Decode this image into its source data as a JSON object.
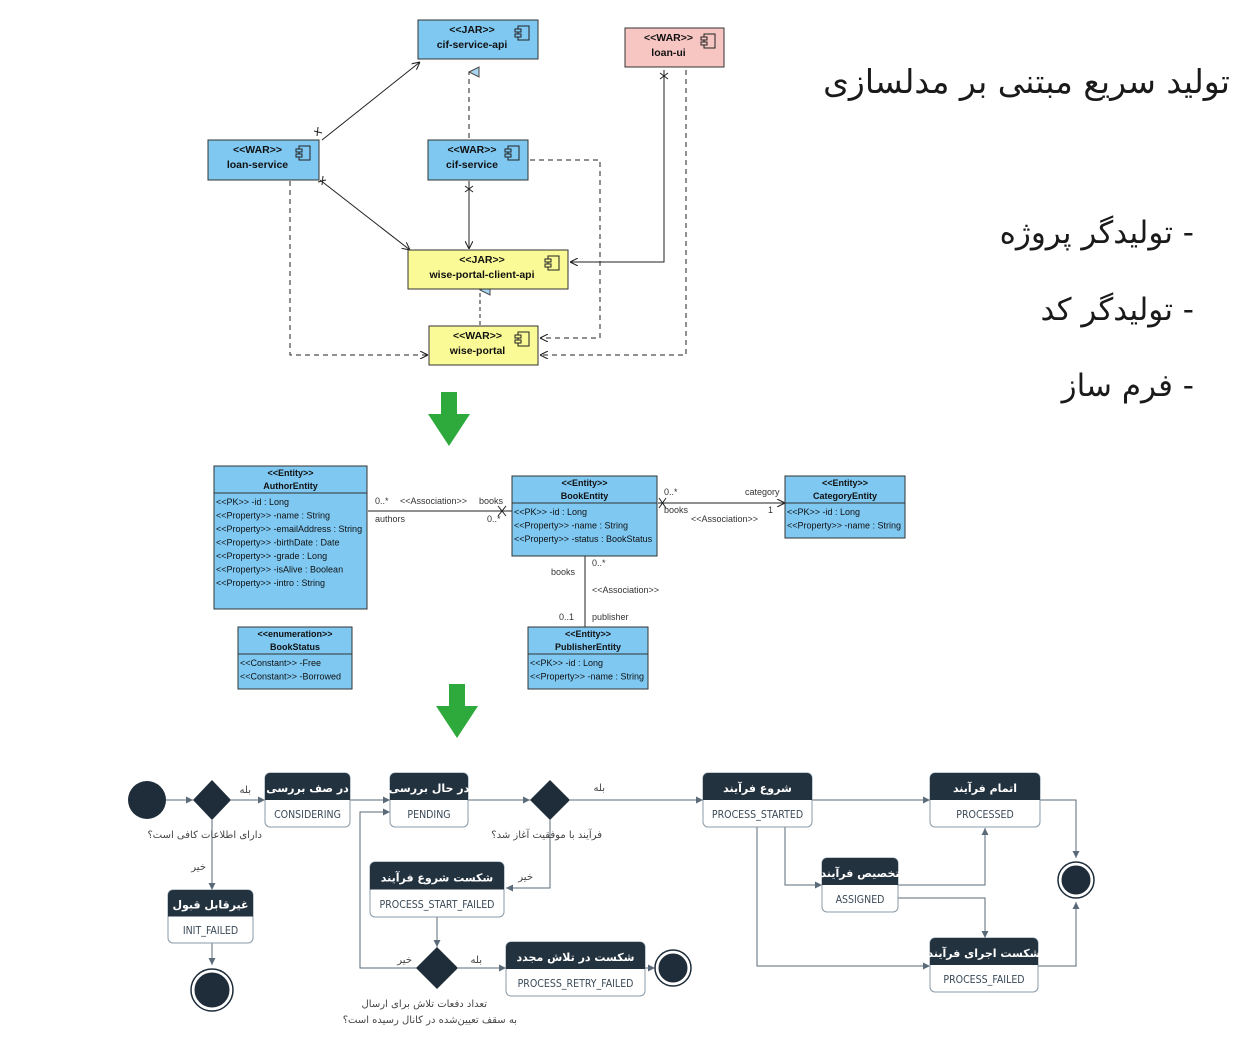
{
  "slide": {
    "title": "تولید سریع  مبتنی بر مدلسازی",
    "bullets": [
      "- تولیدگر پروژه",
      "- تولیدگر کد",
      "- فرم ساز"
    ]
  },
  "component_diagram": {
    "components": [
      {
        "id": "cif-service-api",
        "stereotype": "<<JAR>>",
        "name": "cif-service-api",
        "color": "#7ec8f2"
      },
      {
        "id": "loan-ui",
        "stereotype": "<<WAR>>",
        "name": "loan-ui",
        "color": "#f7c5c2"
      },
      {
        "id": "loan-service",
        "stereotype": "<<WAR>>",
        "name": "loan-service",
        "color": "#7ec8f2"
      },
      {
        "id": "cif-service",
        "stereotype": "<<WAR>>",
        "name": "cif-service",
        "color": "#7ec8f2"
      },
      {
        "id": "wise-portal-client-api",
        "stereotype": "<<JAR>>",
        "name": "wise-portal-client-api",
        "color": "#fafa96"
      },
      {
        "id": "wise-portal",
        "stereotype": "<<WAR>>",
        "name": "wise-portal",
        "color": "#fafa96"
      }
    ]
  },
  "class_diagram": {
    "entities": [
      {
        "id": "author",
        "stereotype": "<<Entity>>",
        "name": "AuthorEntity",
        "attrs": [
          "<<PK>> -id : Long",
          "<<Property>> -name : String",
          "<<Property>> -emailAddress : String",
          "<<Property>> -birthDate : Date",
          "<<Property>> -grade : Long",
          "<<Property>> -isAlive : Boolean",
          "<<Property>> -intro : String"
        ]
      },
      {
        "id": "book",
        "stereotype": "<<Entity>>",
        "name": "BookEntity",
        "attrs": [
          "<<PK>> -id : Long",
          "<<Property>> -name : String",
          "<<Property>> -status : BookStatus"
        ]
      },
      {
        "id": "category",
        "stereotype": "<<Entity>>",
        "name": "CategoryEntity",
        "attrs": [
          "<<PK>> -id : Long",
          "<<Property>> -name : String"
        ]
      },
      {
        "id": "status",
        "stereotype": "<<enumeration>>",
        "name": "BookStatus",
        "attrs": [
          "<<Constant>> -Free",
          "<<Constant>> -Borrowed"
        ]
      },
      {
        "id": "publisher",
        "stereotype": "<<Entity>>",
        "name": "PublisherEntity",
        "attrs": [
          "<<PK>> -id : Long",
          "<<Property>> -name : String"
        ]
      }
    ],
    "labels": {
      "a_m1": "0..*",
      "a_assoc": "<<Association>>",
      "a_books": "books",
      "a_authors": "authors",
      "a_m2": "0..*",
      "c_m1": "0..*",
      "c_category": "category",
      "c_books": "books",
      "c_assoc": "<<Association>>",
      "c_m2": "1",
      "p_m1": "0..*",
      "p_books": "books",
      "p_assoc": "<<Association>>",
      "p_m2": "0..1",
      "p_publisher": "publisher"
    }
  },
  "state_diagram": {
    "states": [
      {
        "id": "considering",
        "title": "در صف بررسی",
        "code": "CONSIDERING"
      },
      {
        "id": "pending",
        "title": "در حال بررسی",
        "code": "PENDING"
      },
      {
        "id": "started",
        "title": "شروع فرآیند",
        "code": "PROCESS_STARTED"
      },
      {
        "id": "processed",
        "title": "اتمام فرآیند",
        "code": "PROCESSED"
      },
      {
        "id": "assigned",
        "title": "تخصیص فرآیند",
        "code": "ASSIGNED"
      },
      {
        "id": "failed",
        "title": "شکست اجرای فرآیند",
        "code": "PROCESS_FAILED"
      },
      {
        "id": "init_failed",
        "title": "غیرقابل قبول",
        "code": "INIT_FAILED"
      },
      {
        "id": "start_failed",
        "title": "شکست شروع فرآیند",
        "code": "PROCESS_START_FAILED"
      },
      {
        "id": "retry_failed",
        "title": "شکست در تلاش مجدد",
        "code": "PROCESS_RETRY_FAILED"
      }
    ],
    "labels": {
      "yes1": "بله",
      "q1": "دارای اطلاعات کافی است؟",
      "no1": "خیر",
      "yes2": "بله",
      "q2": "فرآیند با موفقیت آغاز شد؟",
      "no2": "خیر",
      "no3": "خیر",
      "yes3": "بله",
      "q3_line1": "تعداد دفعات تلاش برای ارسال",
      "q3_line2": "به سقف تعیین‌شده در کانال رسیده است؟"
    }
  },
  "colors": {
    "blue": "#7ec8f2",
    "yellow": "#fafa96",
    "pink": "#f7c5c2",
    "arrow_green": "#2eaa3c",
    "state_header": "#23323f",
    "state_line": "#8a9aa8",
    "node_dark": "#1f2d3a"
  }
}
